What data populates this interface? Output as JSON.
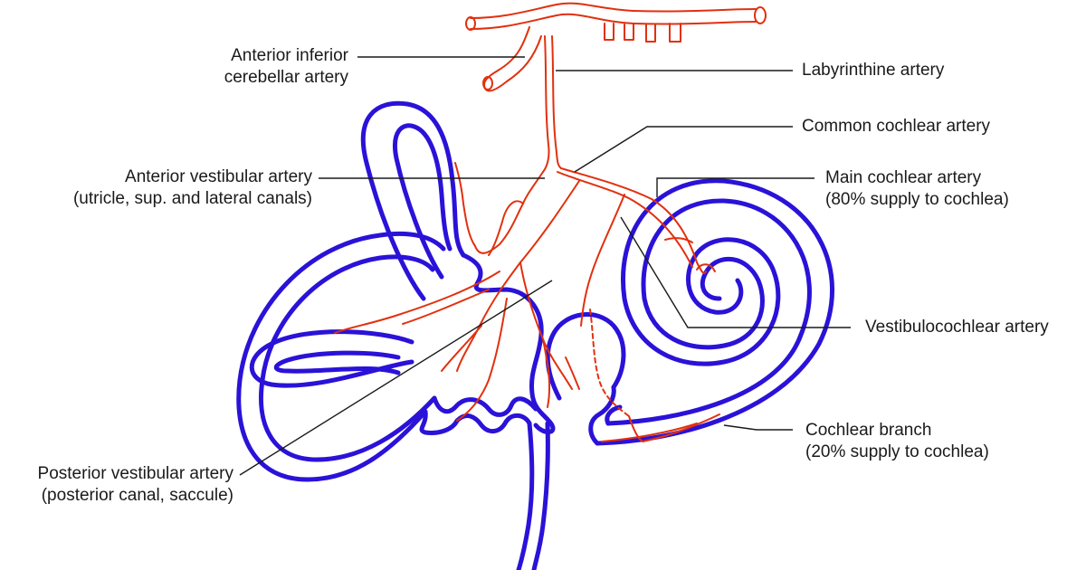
{
  "colors": {
    "labyrinth": "#2a12d8",
    "artery": "#e2300e",
    "leader": "#1a1a1a",
    "text": "#1a1a1a",
    "background": "#ffffff"
  },
  "labels": {
    "aica": {
      "line1": "Anterior inferior",
      "line2": "cerebellar artery"
    },
    "labyrinthine": {
      "line1": "Labyrinthine artery"
    },
    "common_cochlear": {
      "line1": "Common cochlear artery"
    },
    "anterior_vestibular": {
      "line1": "Anterior vestibular artery",
      "line2": "(utricle, sup. and lateral canals)"
    },
    "main_cochlear": {
      "line1": "Main cochlear artery",
      "line2": "(80% supply to cochlea)"
    },
    "vestibulocochlear": {
      "line1": "Vestibulocochlear artery"
    },
    "cochlear_branch": {
      "line1": "Cochlear branch",
      "line2": "(20% supply to cochlea)"
    },
    "posterior_vestibular": {
      "line1": "Posterior vestibular artery",
      "line2": "(posterior canal, saccule)"
    }
  }
}
